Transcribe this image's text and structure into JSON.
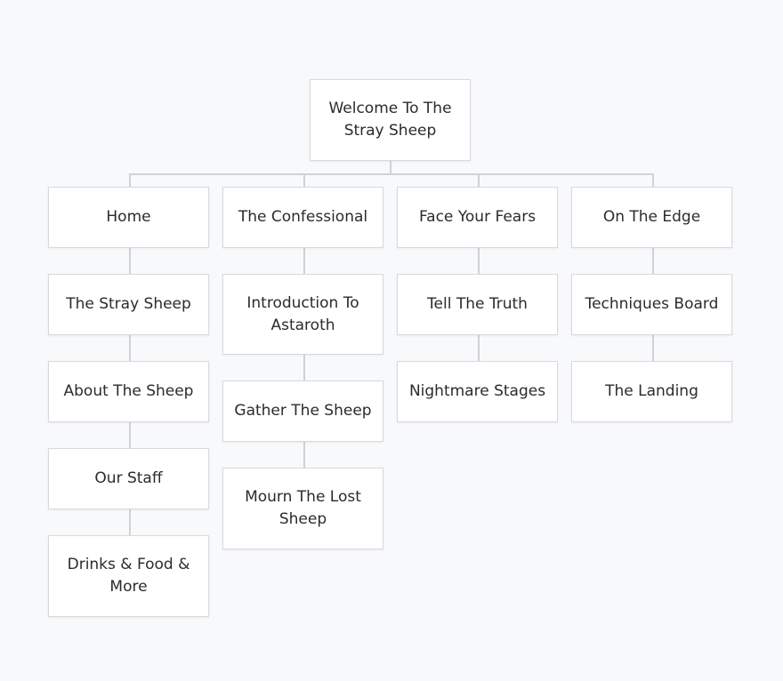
{
  "sitemap": {
    "root": {
      "label": "Welcome To The Stray Sheep"
    },
    "sections": [
      {
        "label": "Home",
        "children": [
          {
            "label": "The Stray Sheep"
          },
          {
            "label": "About The Sheep"
          },
          {
            "label": "Our Staff"
          },
          {
            "label": "Drinks & Food & More"
          }
        ]
      },
      {
        "label": "The Confessional",
        "children": [
          {
            "label": "Introduction To Astaroth"
          },
          {
            "label": "Gather The Sheep"
          },
          {
            "label": "Mourn The Lost Sheep"
          }
        ]
      },
      {
        "label": "Face Your Fears",
        "children": [
          {
            "label": "Tell The Truth"
          },
          {
            "label": "Nightmare Stages"
          }
        ]
      },
      {
        "label": "On The Edge",
        "children": [
          {
            "label": "Techniques Board"
          },
          {
            "label": "The Landing"
          }
        ]
      }
    ],
    "colors": {
      "background": "#f8f9fb",
      "node_fill": "#ffffff",
      "node_border": "#d7d9dd",
      "connector": "#cfd2d7",
      "text": "#2b2b2b"
    }
  }
}
